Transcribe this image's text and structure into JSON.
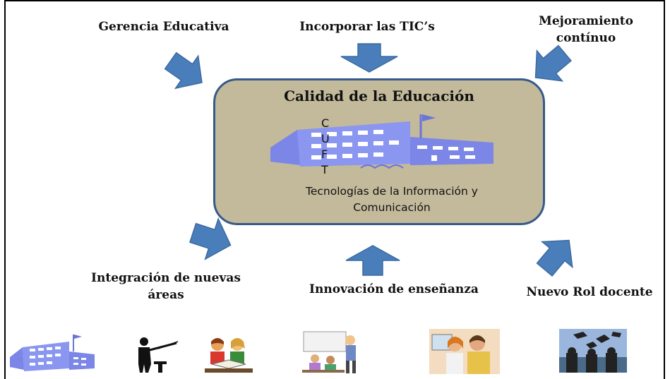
{
  "center": {
    "title": "Calidad de la Educación",
    "acronym_letters": [
      "C",
      "U",
      "F",
      "T"
    ],
    "subtitle_line1": "Tecnologías de la Información y",
    "subtitle_line2": "Comunicación",
    "fill_color": "#c3b99b",
    "border_color": "#375a8a"
  },
  "labels": {
    "gerencia": "Gerencia Educativa",
    "tic": "Incorporar las TIC’s",
    "mejoramiento_line1": "Mejoramiento",
    "mejoramiento_line2": "contínuo",
    "integracion_line1": "Integración de nuevas",
    "integracion_line2": "áreas",
    "innovacion": "Innovación de enseñanza",
    "nuevo_rol": "Nuevo Rol docente"
  },
  "arrow_color": "#4a7ebb",
  "thumbnails": [
    {
      "icon": "school-building-icon"
    },
    {
      "icon": "teacher-pointer-icon"
    },
    {
      "icon": "students-reading-icon"
    },
    {
      "icon": "classroom-icon"
    },
    {
      "icon": "students-computer-icon"
    },
    {
      "icon": "graduation-caps-icon"
    }
  ]
}
